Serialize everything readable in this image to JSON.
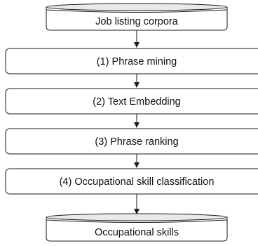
{
  "diagram": {
    "nodes": [
      {
        "id": "job-corpora",
        "label": "Job listing corpora",
        "shape": "database"
      },
      {
        "id": "phrase-mining",
        "label": "(1) Phrase mining",
        "shape": "rounded-rect"
      },
      {
        "id": "text-embedding",
        "label": "(2) Text Embedding",
        "shape": "rounded-rect"
      },
      {
        "id": "phrase-ranking",
        "label": "(3) Phrase ranking",
        "shape": "rounded-rect"
      },
      {
        "id": "skill-classification",
        "label": "(4) Occupational skill classification",
        "shape": "rounded-rect"
      },
      {
        "id": "occupational-skills",
        "label": "Occupational skills",
        "shape": "database"
      }
    ],
    "edges": [
      {
        "from": "job-corpora",
        "to": "phrase-mining"
      },
      {
        "from": "phrase-mining",
        "to": "text-embedding"
      },
      {
        "from": "text-embedding",
        "to": "phrase-ranking"
      },
      {
        "from": "phrase-ranking",
        "to": "skill-classification"
      },
      {
        "from": "skill-classification",
        "to": "occupational-skills"
      }
    ]
  }
}
